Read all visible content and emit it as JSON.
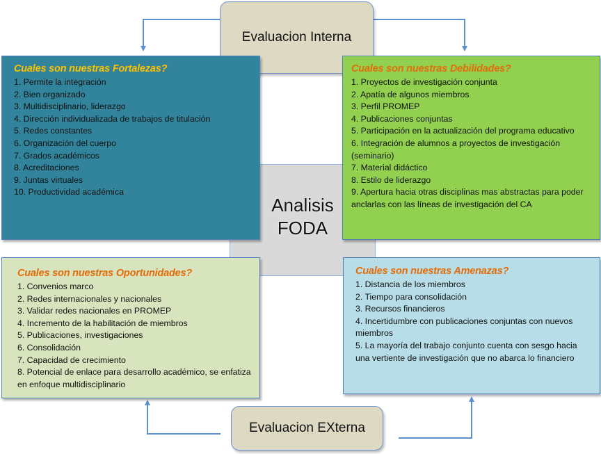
{
  "interna": "Evaluacion Interna",
  "externa": "Evaluacion EXterna",
  "center": {
    "line1": "Analisis",
    "line2": "FODA"
  },
  "fortalezas": {
    "title": "Cuales son nuestras Fortalezas?",
    "items": [
      "1. Permite la integración",
      "2. Bien organizado",
      "3. Multidisciplinario, liderazgo",
      "4. Dirección individualizada de trabajos de titulación",
      "5. Redes constantes",
      "6. Organización del cuerpo",
      "7. Grados académicos",
      "8. Acreditaciones",
      "9. Juntas virtuales",
      "10. Productividad académica"
    ]
  },
  "debilidades": {
    "title": "Cuales son nuestras Debilidades?",
    "items": [
      "1. Proyectos de investigación conjunta",
      "2. Apatía de algunos miembros",
      "3. Perfil PROMEP",
      "4. Publicaciones conjuntas",
      "5. Participación en la actualización del programa educativo",
      "6. Integración de alumnos a proyectos de investigación (seminario)",
      "7. Material didáctico",
      "8. Estilo de liderazgo",
      "9. Apertura hacia otras disciplinas mas abstractas para poder anclarlas con las líneas de investigación del CA"
    ]
  },
  "oportunidades": {
    "title": "Cuales son nuestras Oportunidades?",
    "items": [
      "1. Convenios marco",
      "2. Redes internacionales y nacionales",
      "3. Validar redes nacionales en PROMEP",
      "4. Incremento de la habilitación de miembros",
      "5. Publicaciones, investigaciones",
      "6. Consolidación",
      "7. Capacidad de crecimiento",
      "8. Potencial de enlace para desarrollo académico, se enfatiza en enfoque multidisciplinario"
    ]
  },
  "amenazas": {
    "title": "Cuales son nuestras Amenazas?",
    "items": [
      "1. Distancia de los miembros",
      "2. Tiempo  para consolidación",
      "3. Recursos financieros",
      "4. Incertidumbre con publicaciones conjuntas con nuevos miembros",
      "5. La mayoría del trabajo conjunto cuenta con sesgo hacia una vertiente de investigación que no abarca lo financiero"
    ]
  },
  "colors": {
    "fortalezas": "#31849b",
    "debilidades": "#92d050",
    "oportunidades": "#d7e4bd",
    "amenazas": "#b7dee8",
    "center": "#d9d9d9"
  }
}
